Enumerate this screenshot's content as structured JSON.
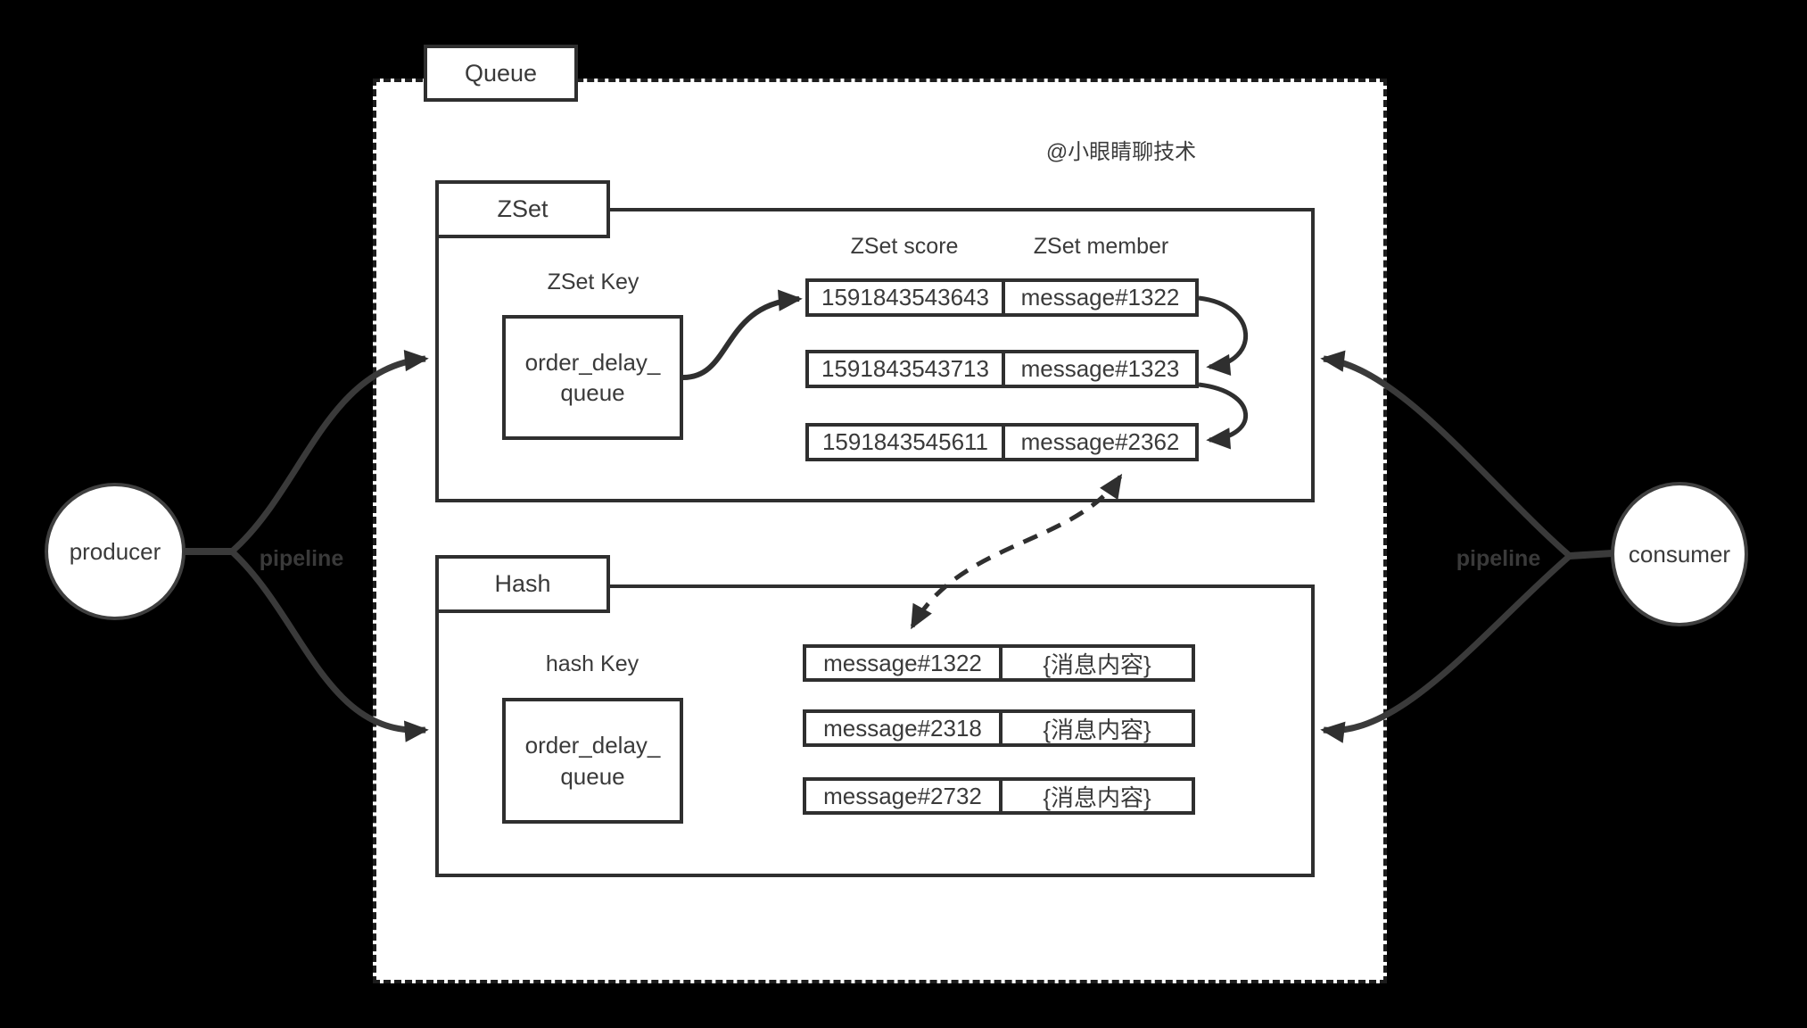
{
  "colors": {
    "background": "#000000",
    "panel": "#ffffff",
    "line": "#2f2f2f",
    "text": "#3a3a3a"
  },
  "queue": {
    "label": "Queue"
  },
  "watermark": "@小眼睛聊技术",
  "producer": {
    "label": "producer"
  },
  "consumer": {
    "label": "consumer"
  },
  "pipeline_left": "pipeline",
  "pipeline_right": "pipeline",
  "zset": {
    "tab": "ZSet",
    "key_label": "ZSet Key",
    "key_value_line1": "order_delay_",
    "key_value_line2": "queue",
    "score_header": "ZSet score",
    "member_header": "ZSet member",
    "rows": [
      {
        "score": "1591843543643",
        "member": "message#1322"
      },
      {
        "score": "1591843543713",
        "member": "message#1323"
      },
      {
        "score": "1591843545611",
        "member": "message#2362"
      }
    ]
  },
  "hash": {
    "tab": "Hash",
    "key_label": "hash Key",
    "key_value_line1": "order_delay_",
    "key_value_line2": "queue",
    "rows": [
      {
        "field": "message#1322",
        "value": "{消息内容}"
      },
      {
        "field": "message#2318",
        "value": "{消息内容}"
      },
      {
        "field": "message#2732",
        "value": "{消息内容}"
      }
    ]
  }
}
